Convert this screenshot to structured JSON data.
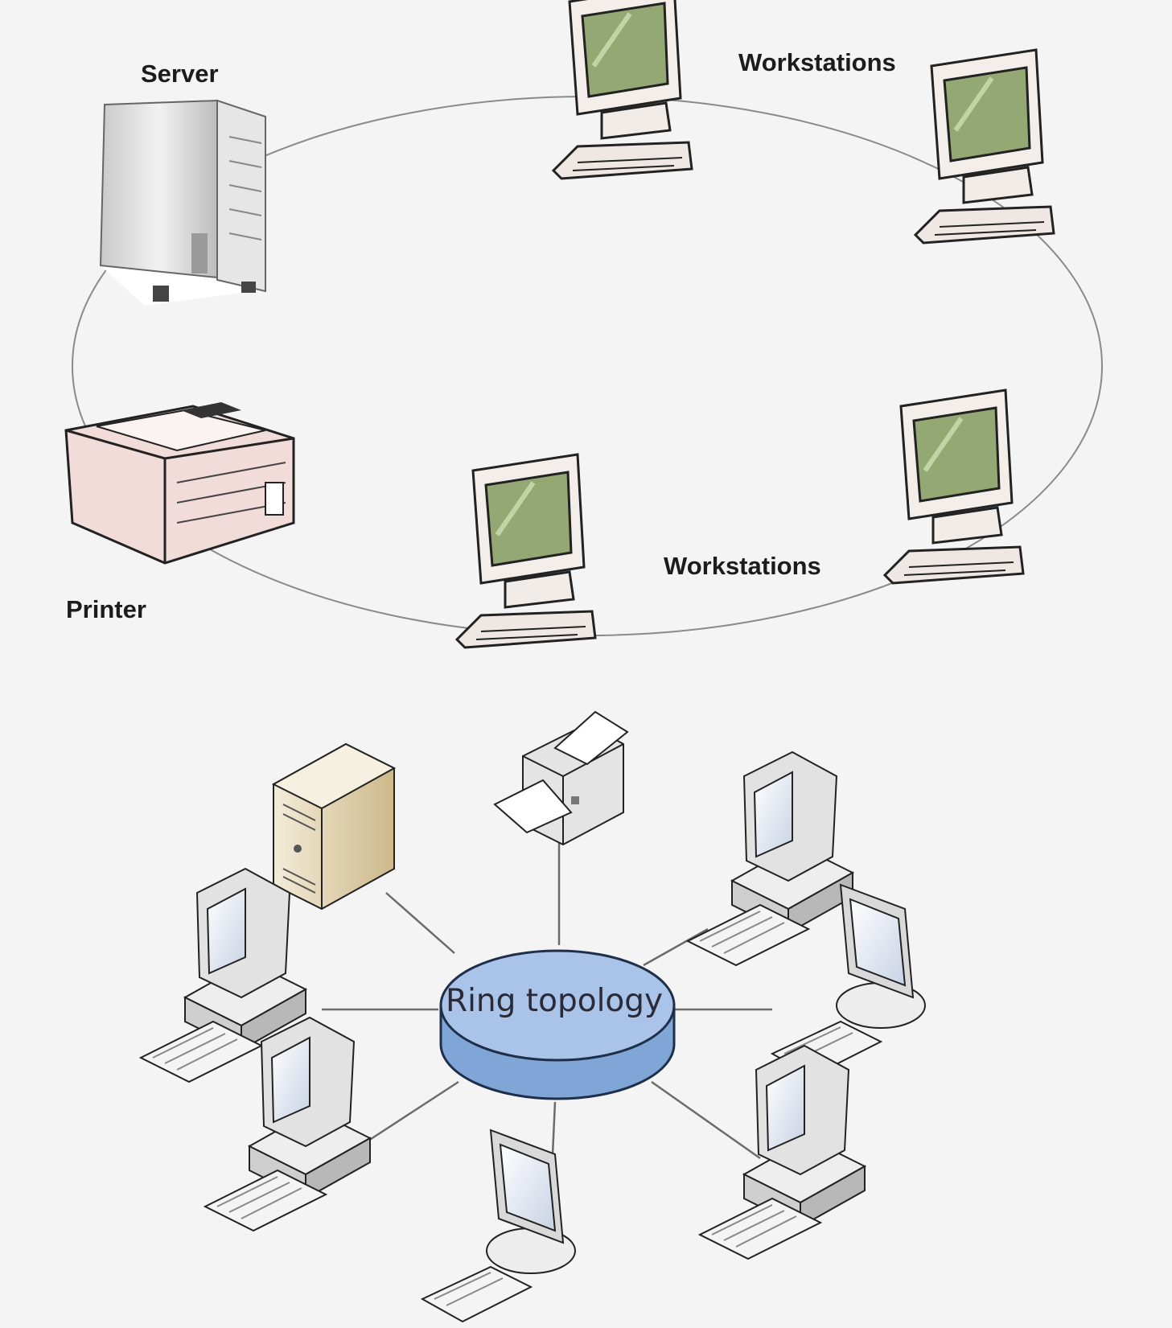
{
  "top_diagram": {
    "labels": {
      "server": "Server",
      "printer": "Printer",
      "workstations_top": "Workstations",
      "workstations_bottom": "Workstations"
    },
    "colors": {
      "ring_line": "#8a8a8a",
      "screen_green": "#93a872",
      "printer_body": "#f2dcd9",
      "server_body": "#d9d9d9"
    }
  },
  "bottom_diagram": {
    "hub_label": "Ring topology",
    "colors": {
      "hub_top": "#a9c4e8",
      "hub_side": "#7fa6d6",
      "server_body": "#e8dcc0",
      "device_gray": "#d8d8d8",
      "link_line": "#6b6b6b"
    }
  }
}
